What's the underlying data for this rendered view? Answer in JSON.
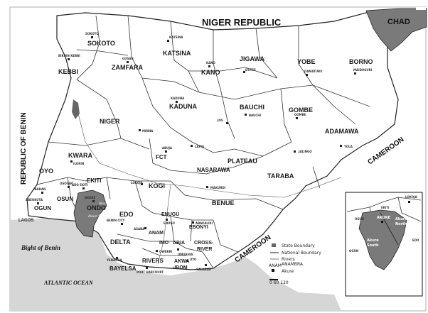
{
  "countries": {
    "niger_republic": "NIGER REPUBLIC",
    "chad": "CHAD",
    "republic_of_benin": "REPUBLIC OF BENIN",
    "cameroon_east": "CAMEROON",
    "cameroon_south": "CAMEROON"
  },
  "water": {
    "bight_of_benin": "Bight of Benin",
    "atlantic_ocean": "ATLANTIC OCEAN"
  },
  "states": {
    "sokoto": "SOKOTO",
    "kebbi": "KEBBI",
    "zamfara": "ZAMFARA",
    "katsina": "KATSINA",
    "kano": "KANO",
    "jigawa": "JIGAWA",
    "yobe": "YOBE",
    "borno": "BORNO",
    "niger": "NIGER",
    "kaduna": "KADUNA",
    "bauchi": "BAUCHI",
    "gombe": "GOMBE",
    "adamawa": "ADAMAWA",
    "kwara": "KWARA",
    "fct": "FCT",
    "plateau": "PLATEAU",
    "oyo": "OYO",
    "nasarawa": "NASARAWA",
    "taraba": "TARABA",
    "ekiti": "EKITI",
    "osun": "OSUN",
    "kogi": "KOGI",
    "ondo": "ONDO",
    "benue": "BENUE",
    "ogun": "OGUN",
    "edo": "EDO",
    "enugu": "ENUGU",
    "anam": "ANAM",
    "ebonyi": "EBONYI",
    "delta": "DELTA",
    "imo": "IMO",
    "abia": "ABIA",
    "cross_river": "CROSS-",
    "cross_river2": "RIVER",
    "bayelsa": "BAYELSA",
    "rivers": "RIVERS",
    "akwa": "AKWA",
    "ibom": "-IBOM",
    "lagos": "LAGOS"
  },
  "capitals": {
    "sokoto": "SOKOTO",
    "birnin_kebbi": "BIRNIN KEBBI",
    "gusau": "GUSAU",
    "katsina": "KATSINA",
    "kano": "KANO",
    "dutse": "DUTSE",
    "damaturu": "DAMATURU",
    "maiduguri": "MAIDUGURI",
    "kaduna": "KADUNA",
    "bauchi": "BAUCHI",
    "jos": "JOS",
    "gombe": "GOMBE",
    "minna": "MINNA",
    "abuja": "ABUJA",
    "lafia": "LAFIA",
    "jalingo": "JALINGO",
    "yola": "YOLA",
    "ilorin": "ILORIN",
    "ado_ekiti": "ADO EKITI",
    "osogbo": "OSOGBO",
    "lokoja": "LOKOJA",
    "makurdi": "MAKURDI",
    "ibadan": "IBADAN",
    "abeokuta": "ABEOKUTA",
    "akure": "AKURE",
    "benin_city": "BENIN CITY",
    "enugu": "ENUGU",
    "abakaliki": "ABAKALIKI",
    "asaba": "ASABA",
    "owerri": "OWERRI",
    "umuahia": "UMUAHIA",
    "calabar": "CALABAR",
    "yenagoa": "YENAGOA",
    "port_harcourt": "PORT HARCOURT",
    "uyo": "UYO"
  },
  "local": {
    "akure_south": "Akure South",
    "akure_north": "Akure North"
  },
  "inset": {
    "lokoja": "LOKOJA",
    "ekiti": "EKITI",
    "osun": "OSUN",
    "akure": "AKURE",
    "akure_north_1": "Akure",
    "akure_north_2": "North",
    "akure_south_1": "Akure",
    "akure_south_2": "South",
    "edo": "EDO",
    "ogun": "OGUN"
  },
  "legend": {
    "state_boundary": "State Boundary",
    "national_boundary": "National Boundary",
    "rivers": "Rivers",
    "anambra": "ANAMBRA",
    "anam": "ANAM",
    "akure": "Akure",
    "scale": "0  60  120"
  },
  "colors": {
    "highlight": "#7a7a7a",
    "land": "#ffffff",
    "sea": "#d8d8d8",
    "boundary": "#333333"
  }
}
